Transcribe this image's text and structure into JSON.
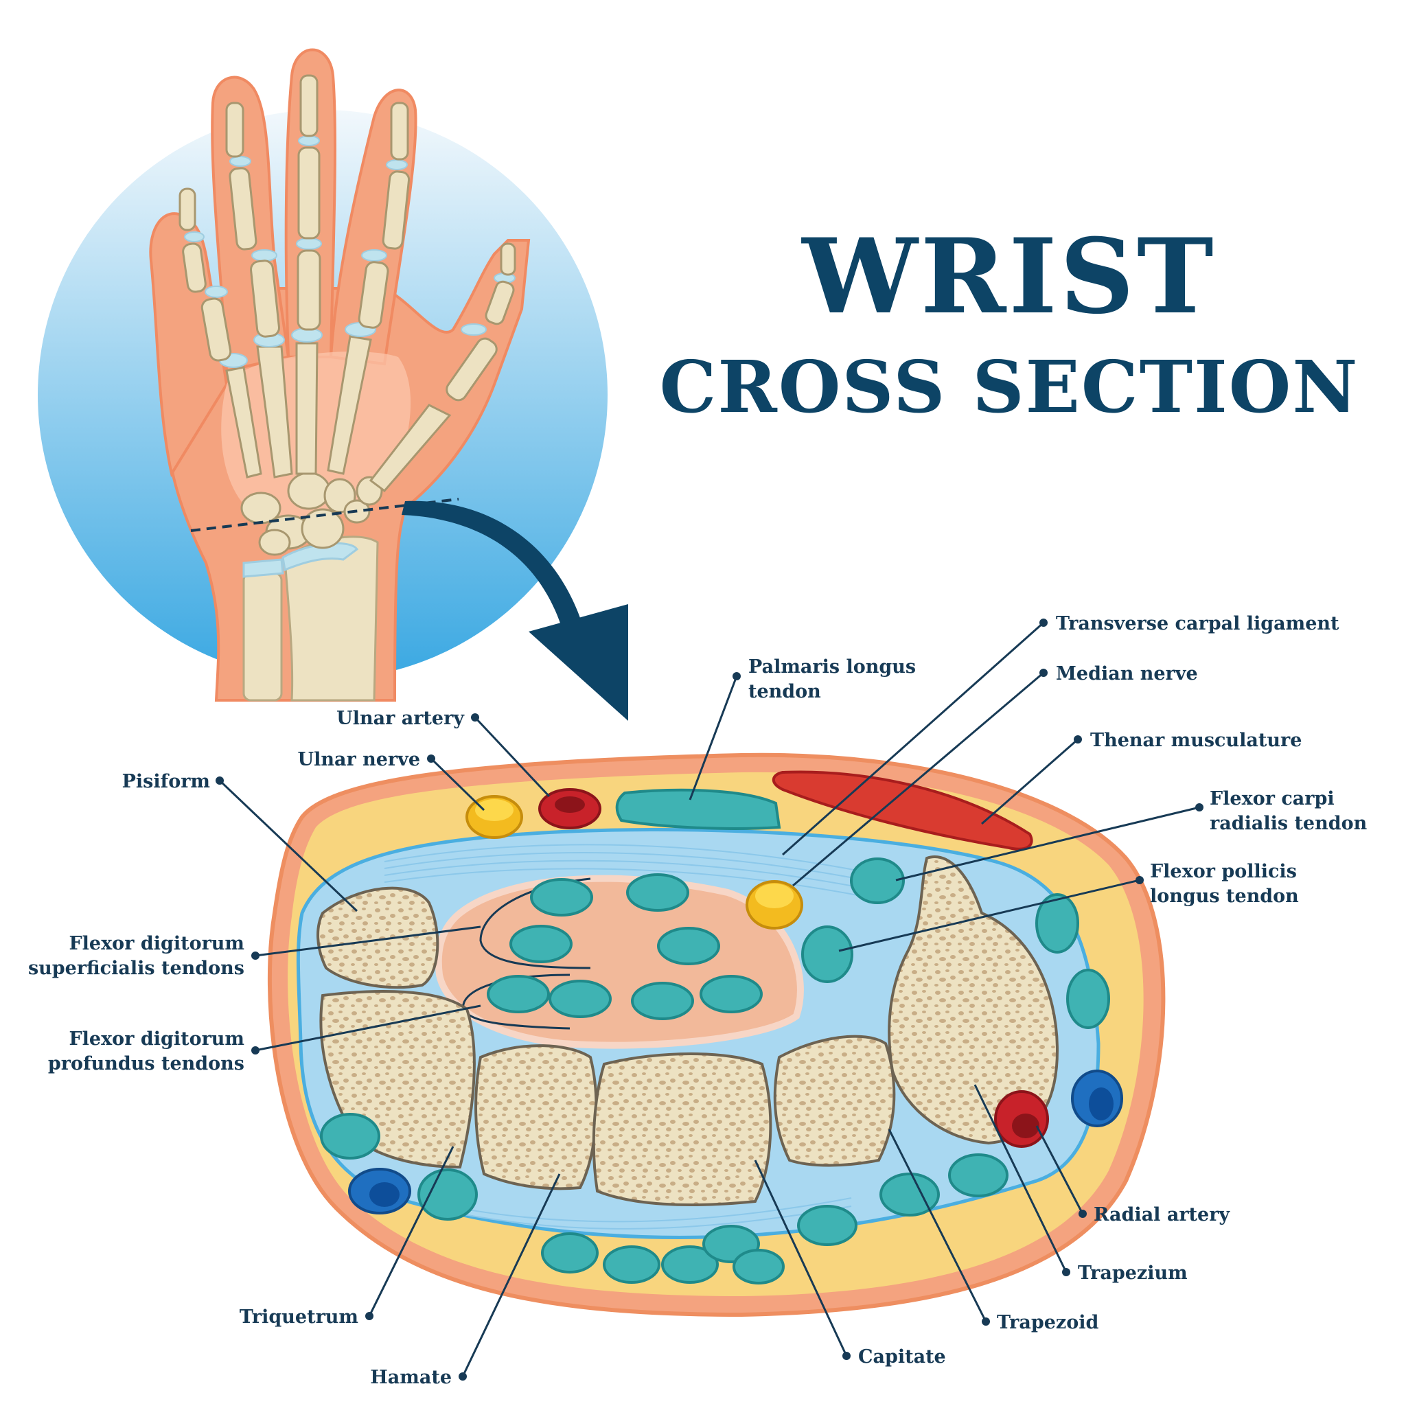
{
  "title": {
    "line1": "WRIST",
    "line2": "CROSS SECTION"
  },
  "labels": {
    "transverse_carpal_ligament": "Transverse carpal ligament",
    "median_nerve": "Median nerve",
    "palmaris_longus_1": "Palmaris longus",
    "palmaris_longus_2": "tendon",
    "thenar_musculature": "Thenar musculature",
    "ulnar_artery": "Ulnar artery",
    "ulnar_nerve": "Ulnar nerve",
    "pisiform": "Pisiform",
    "flexor_carpi_1": "Flexor carpi",
    "flexor_carpi_2": "radialis tendon",
    "flexor_pollicis_1": "Flexor pollicis",
    "flexor_pollicis_2": "longus tendon",
    "fds_1": "Flexor digitorum",
    "fds_2": "superficialis tendons",
    "fdp_1": "Flexor digitorum",
    "fdp_2": "profundus tendons",
    "radial_artery": "Radial artery",
    "trapezium": "Trapezium",
    "trapezoid": "Trapezoid",
    "capitate": "Capitate",
    "triquetrum": "Triquetrum",
    "hamate": "Hamate"
  },
  "colors": {
    "title": "#0d4466",
    "arrow": "#0d4466",
    "skin": "#f4a37f",
    "bone": "#ede2c2",
    "cartilage": "#bfe3ee",
    "sheath": "#a9d8f1",
    "fat": "#f8d57e",
    "tendon": "#3fb3b3",
    "nerve": "#f3bb1f",
    "artery": "#c8222a",
    "vein": "#1f6fc0",
    "muscle": "#d93b30"
  }
}
